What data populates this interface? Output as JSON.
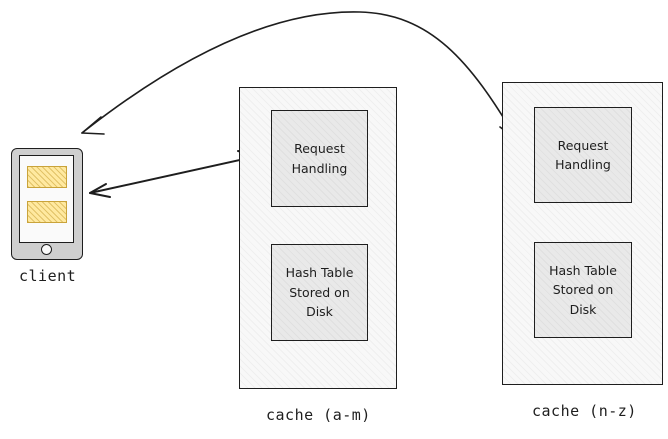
{
  "client": {
    "label": "client"
  },
  "cache_am": {
    "label": "cache (a-m)",
    "request_box": "Request\nHandling",
    "hash_box": "Hash Table\nStored on\nDisk"
  },
  "cache_nz": {
    "label": "cache (n-z)",
    "request_box": "Request\nHandling",
    "hash_box": "Hash Table\nStored on\nDisk"
  }
}
